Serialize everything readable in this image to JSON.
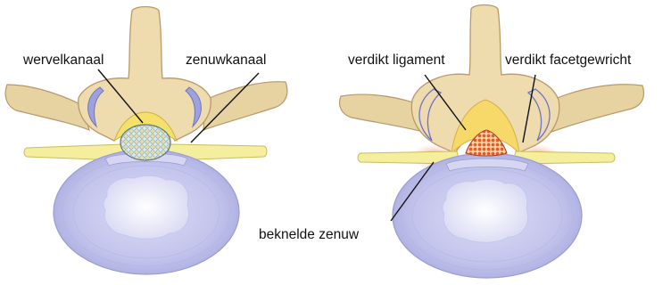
{
  "labels": {
    "spinal_canal": "wervelkanaal",
    "nerve_canal": "zenuwkanaal",
    "thickened_ligament": "verdikt ligament",
    "thickened_facet_joint": "verdikt facetgewricht",
    "pinched_nerve": "beknelde zenuw"
  },
  "colors": {
    "bone": "#ecd8a8",
    "bone_outline": "#b9996a",
    "spinal_canal": "#f4e47a",
    "ligament": "#f7d96a",
    "nerve": "#f4ee9e",
    "nerve_outline": "#c9bd5a",
    "inflammation": "#f2a184",
    "disc": "#c8c8ee",
    "disc_ring": "#aeb0e2",
    "nucleus": "#e9e9f7",
    "cord_nerves_normal": "#e8e4b4",
    "cord_nerves_compressed": "#e85a2a"
  }
}
